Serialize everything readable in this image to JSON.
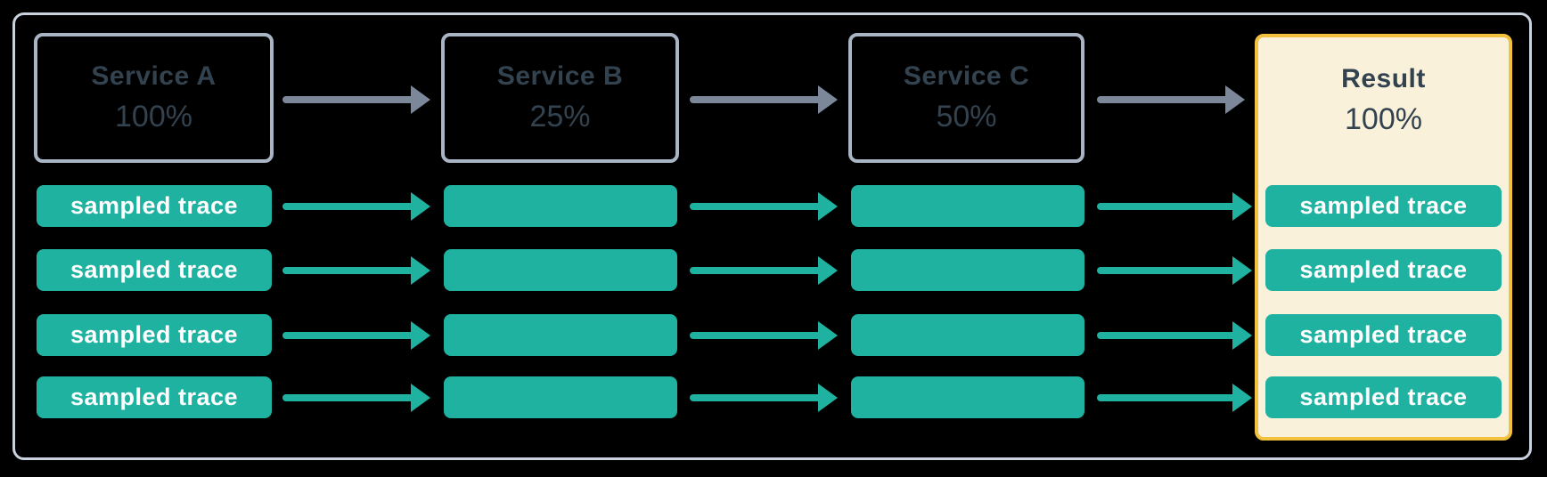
{
  "diagram": {
    "columns": [
      {
        "title": "Service A",
        "rate": "100%"
      },
      {
        "title": "Service B",
        "rate": "25%"
      },
      {
        "title": "Service C",
        "rate": "50%"
      },
      {
        "title": "Result",
        "rate": "100%"
      }
    ],
    "trace_label": "sampled trace",
    "trace_rows": 4
  },
  "colors": {
    "background": "#000000",
    "frame-border": "#C9D2DE",
    "node-border": "#A9B5C4",
    "node-text": "#33424F",
    "arrow-gray": "#7C8899",
    "teal": "#1FB2A1",
    "bar-text": "#FFFFFF",
    "result-fill": "#FAF1DB",
    "result-border": "#F2C23E"
  }
}
